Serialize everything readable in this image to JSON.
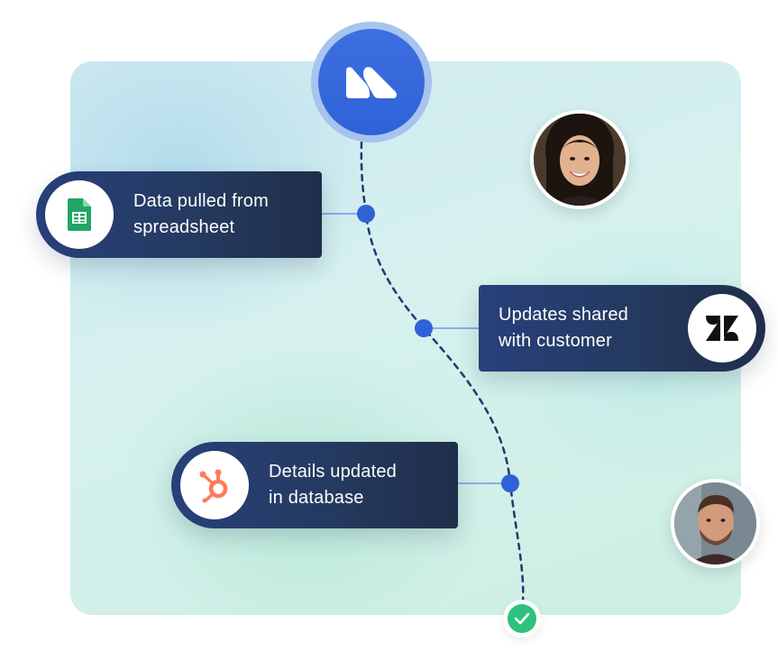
{
  "colors": {
    "accent": "#2f62d8",
    "card_bg": "#253a60",
    "path": "#1f3a6e",
    "success": "#2ec27e",
    "sheets_green": "#23a566",
    "hubspot_orange": "#ff7a59"
  },
  "steps": [
    {
      "icon": "google-sheets-icon",
      "lines": [
        "Data pulled from",
        "spreadsheet"
      ]
    },
    {
      "icon": "zendesk-icon",
      "lines": [
        "Updates shared",
        "with customer"
      ]
    },
    {
      "icon": "hubspot-icon",
      "lines": [
        "Details updated",
        "in database"
      ]
    }
  ],
  "logo": {
    "icon": "brand-logo-icon"
  },
  "avatars": [
    {
      "icon": "avatar-woman"
    },
    {
      "icon": "avatar-man"
    }
  ],
  "completion": {
    "icon": "checkmark-icon"
  }
}
